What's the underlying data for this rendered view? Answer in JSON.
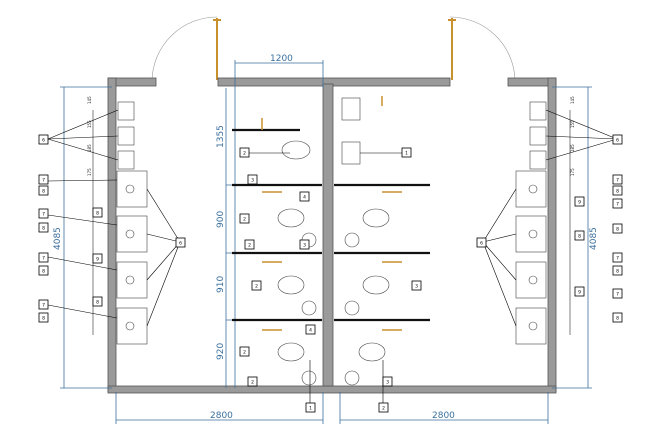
{
  "drawing": {
    "dimensions": {
      "top_width": "1200",
      "upper_stall_depth": "1355",
      "stall_2": "900",
      "stall_3": "910",
      "stall_4": "920",
      "left_height": "4085",
      "right_height": "4085",
      "left_bottom_width": "2800",
      "right_bottom_width": "2800"
    },
    "small_marks": [
      "145",
      "155",
      "185",
      "175"
    ],
    "tags": {
      "left_main": "6",
      "left_pairs": [
        [
          "7",
          "8"
        ],
        [
          "7",
          "8"
        ],
        [
          "7",
          "8"
        ],
        [
          "7",
          "8"
        ]
      ],
      "left_small": [
        "8",
        "9",
        "8"
      ],
      "center_tags": [
        "2",
        "3",
        "2",
        "4",
        "2",
        "3",
        "2",
        "3",
        "2",
        "4",
        "2",
        "3",
        "1"
      ],
      "right_main": "6",
      "right_pairs": [
        [
          "7",
          "8"
        ],
        [
          "7",
          "8"
        ],
        [
          "7",
          "8"
        ],
        [
          "7",
          "8"
        ]
      ],
      "right_small": [
        "9",
        "8",
        "9"
      ],
      "bottom_left": "1",
      "bottom_right": "2"
    }
  }
}
